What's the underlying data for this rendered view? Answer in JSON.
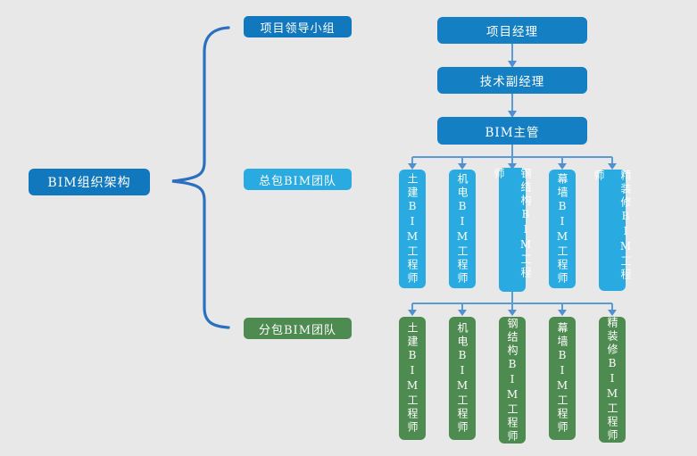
{
  "colors": {
    "background": "#e8e8e8",
    "dark_blue": "#1278be",
    "chain_blue": "#157fc4",
    "light_blue": "#29abe2",
    "green": "#4e8b50",
    "connector": "#5b9bd5",
    "brace": "#2b70c0"
  },
  "root": {
    "label": "BIM组织架构"
  },
  "branches": {
    "leadership": {
      "label": "项目领导小组"
    },
    "general": {
      "label": "总包BIM团队"
    },
    "sub": {
      "label": "分包BIM团队"
    }
  },
  "leadership_chain": [
    "项目经理",
    "技术副经理",
    "BIM主管"
  ],
  "general_team": [
    "土建BIM工程师",
    "机电BIM工程师",
    "钢结构BIM工程师",
    "幕墙BIM工程师",
    "精装修BIM工程师"
  ],
  "sub_team": [
    "土建BIM工程师",
    "机电BIM工程师",
    "钢结构BIM工程师",
    "幕墙BIM工程师",
    "精装修BIM工程师"
  ]
}
